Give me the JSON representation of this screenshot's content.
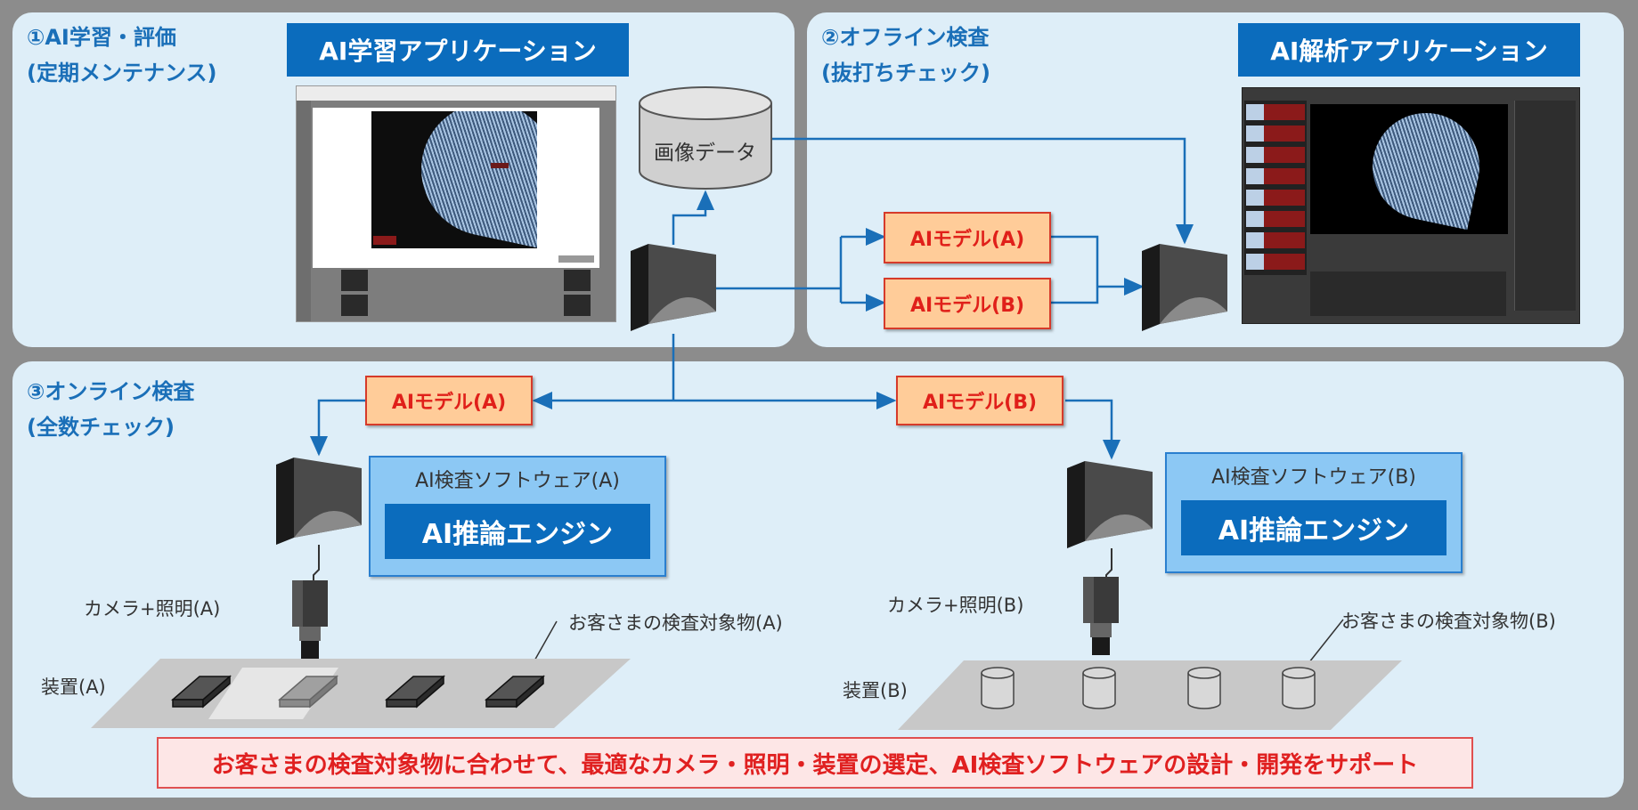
{
  "section1": {
    "title_line1": "①AI学習・評価",
    "title_line2": "(定期メンテナンス)",
    "app_header": "AI学習アプリケーション"
  },
  "section2": {
    "title_line1": "②オフライン検査",
    "title_line2": "(抜打ちチェック)",
    "app_header": "AI解析アプリケーション"
  },
  "section3": {
    "title_line1": "③オンライン検査",
    "title_line2": "(全数チェック)"
  },
  "database_label": "画像データ",
  "models": {
    "offline_a": "AIモデル(A)",
    "offline_b": "AIモデル(B)",
    "online_a": "AIモデル(A)",
    "online_b": "AIモデル(B)"
  },
  "software_a": {
    "label": "AI検査ソフトウェア(A)",
    "engine": "AI推論エンジン"
  },
  "software_b": {
    "label": "AI検査ソフトウェア(B)",
    "engine": "AI推論エンジン"
  },
  "camera_a_label": "カメラ+照明(A)",
  "camera_b_label": "カメラ+照明(B)",
  "target_a_label": "お客さまの検査対象物(A)",
  "target_b_label": "お客さまの検査対象物(B)",
  "device_a_label": "装置(A)",
  "device_b_label": "装置(B)",
  "bottom_banner": "お客さまの検査対象物に合わせて、最適なカメラ・照明・装置の選定、AI検査ソフトウェアの設計・開発をサポート",
  "colors": {
    "accent_blue": "#0b6cbd",
    "title_blue": "#1a6fb8",
    "model_fill": "#ffcc99",
    "model_text": "#e0201a",
    "panel": "#deeef8"
  }
}
